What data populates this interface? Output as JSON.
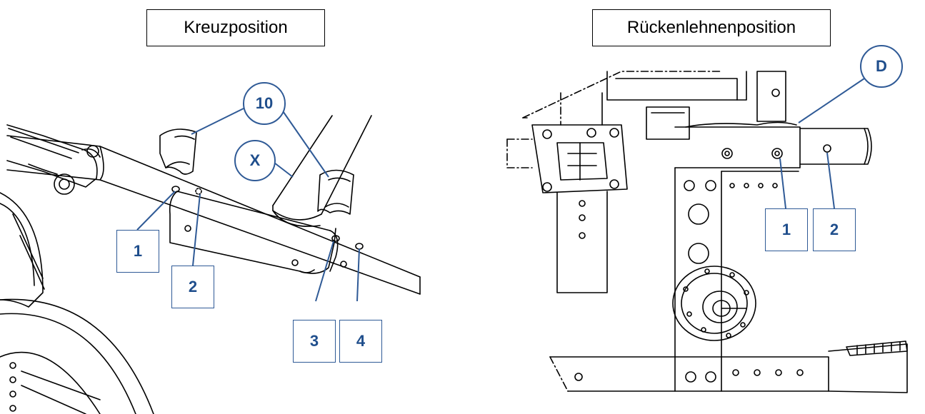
{
  "left_panel": {
    "title": "Kreuzposition",
    "callouts": {
      "c10": "10",
      "cx": "X",
      "b1": "1",
      "b2": "2",
      "b3": "3",
      "b4": "4"
    }
  },
  "right_panel": {
    "title": "Rückenlehnenposition",
    "callouts": {
      "cd": "D",
      "b1": "1",
      "b2": "2"
    }
  },
  "colors": {
    "callout_text": "#1f4e8c",
    "callout_border": "#2f5a96",
    "line": "#000000"
  }
}
